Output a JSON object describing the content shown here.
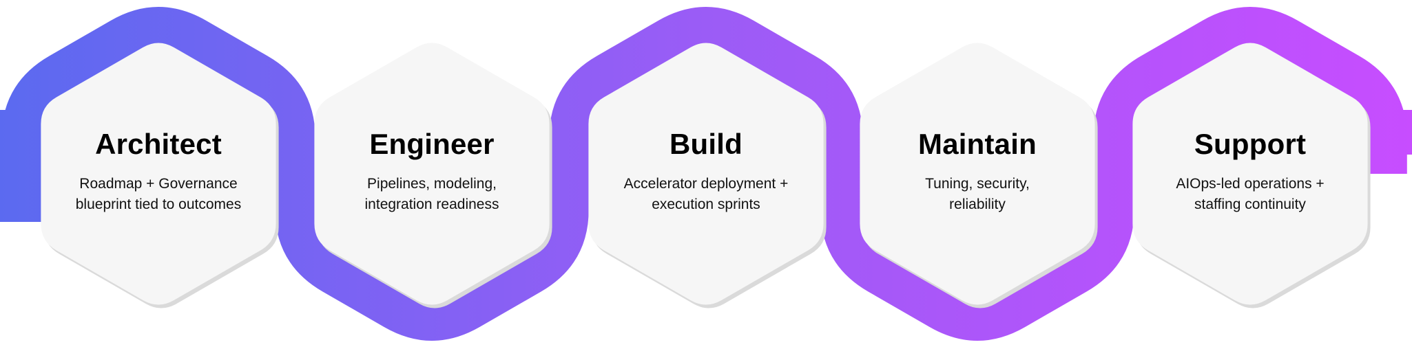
{
  "colors": {
    "gradient_start": "#5b6af0",
    "gradient_mid": "#9b5cf6",
    "gradient_end": "#c74dff",
    "hex_fill": "#f6f6f6",
    "hex_edge": "#dadada"
  },
  "steps": [
    {
      "title": "Architect",
      "desc": [
        "Roadmap + Governance",
        "blueprint tied to outcomes"
      ]
    },
    {
      "title": "Engineer",
      "desc": [
        "Pipelines, modeling,",
        "integration readiness"
      ]
    },
    {
      "title": "Build",
      "desc": [
        "Accelerator deployment +",
        "execution sprints"
      ]
    },
    {
      "title": "Maintain",
      "desc": [
        "Tuning, security,",
        "reliability"
      ]
    },
    {
      "title": "Support",
      "desc": [
        "AIOps-led operations +",
        "staffing continuity"
      ]
    }
  ]
}
